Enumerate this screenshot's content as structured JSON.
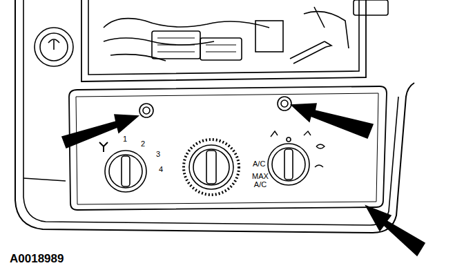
{
  "diagram": {
    "labels": [
      "1",
      "2",
      "3",
      "4",
      "A/C",
      "MAX A/C",
      "A0018989"
    ]
  }
}
